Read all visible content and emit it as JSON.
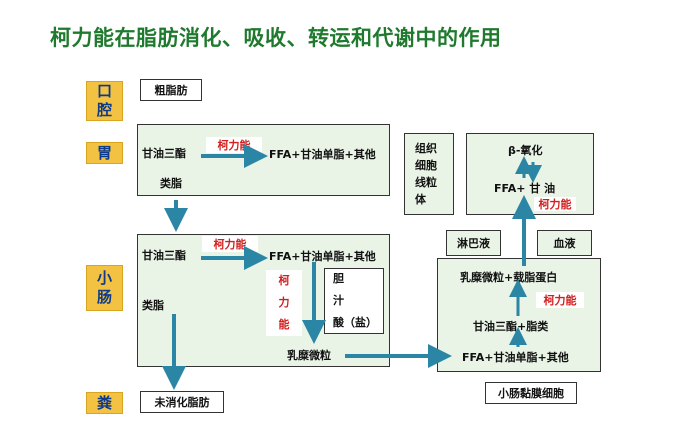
{
  "title": "柯力能在脂肪消化、吸收、转运和代谢中的作用",
  "organs": {
    "mouth": [
      "口",
      "腔"
    ],
    "stomach": "胃",
    "small_intestine": [
      "小",
      "肠"
    ],
    "feces": "粪"
  },
  "mouth_box": "粗脂肪",
  "stomach_box": {
    "triglyceride": "甘油三酯",
    "kelineng": "柯力能",
    "products": "FFA+甘油单脂+其他",
    "lipoid": "类脂"
  },
  "intestine_box": {
    "triglyceride": "甘油三酯",
    "kelineng": "柯力能",
    "products": "FFA+甘油单脂+其他",
    "kelineng_vertical": [
      "柯",
      "力",
      "能"
    ],
    "bile_salt": [
      "胆",
      "汁",
      "酸（盐）"
    ],
    "lipoid": "类脂",
    "chylomicron": "乳糜微粒"
  },
  "feces_box": "未消化脂肪",
  "cell_box": {
    "label": [
      "组织",
      "细胞",
      "线粒",
      "体"
    ],
    "beta_oxidation": "β-氧化",
    "ffa_glycerol": "FFA+ 甘 油",
    "kelineng": "柯力能"
  },
  "lymph": "淋巴液",
  "blood": "血液",
  "mucosa_box": {
    "chylo_lipoprotein": "乳糜微粒+载脂蛋白",
    "kelineng": "柯力能",
    "tri_lipoid": "甘油三酯+脂类",
    "products": "FFA+甘油单脂+其他",
    "caption": "小肠黏膜细胞"
  },
  "colors": {
    "title": "#1f7a2e",
    "organ_bg": "#f4c242",
    "organ_text": "#0c3b8c",
    "box_bg": "#e9f3e6",
    "arrow": "#2b86a6",
    "highlight": "#d21f1f"
  }
}
